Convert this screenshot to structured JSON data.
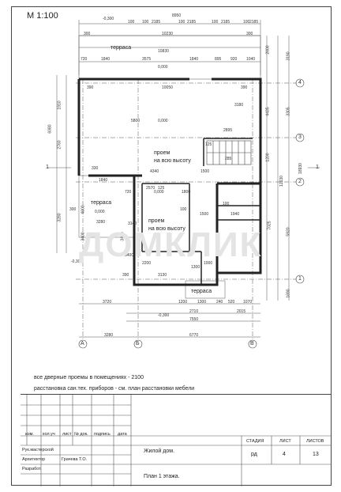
{
  "scale": "М  1:100",
  "levels": {
    "top": "-0,300",
    "mid": "0,000",
    "bottom_left": "-0,300",
    "bottom": "-0,300",
    "room1": "0,000",
    "room2": "0,000",
    "terrace_lvl": "0,000"
  },
  "rooms": {
    "terrace_top": "терраса",
    "terrace_left": "терраса",
    "terrace_bottom": "терраса",
    "opening1": "проем",
    "opening1b": "на всю высоту",
    "opening2": "проем",
    "opening2b": "на всю высоту"
  },
  "dims_top": [
    "100",
    "2185",
    "100",
    "2185",
    "100",
    "2185",
    "100",
    "2185",
    "100"
  ],
  "dims_texts": {
    "overall_top": "8950",
    "d10230": "10230",
    "d10830": "10830",
    "d300a": "300",
    "d300b": "300",
    "d720": "720",
    "d1840a": "1840",
    "d3575": "3575",
    "d1840b": "1840",
    "d895": "895",
    "d920": "920",
    "d1040": "1040",
    "d390a": "390",
    "d390b": "390",
    "d10050": "10050",
    "d3180": "3180",
    "d5800": "5800",
    "d2895": "2895",
    "d125": "125",
    "d285": "285",
    "d330": "330",
    "d4340": "4340",
    "d1500a": "1500",
    "d1840c": "1840",
    "d720b": "720",
    "d2570": "2570",
    "d125b": "125",
    "d1800": "1800",
    "d300c": "300",
    "d3280a": "3280",
    "d1500b": "1500",
    "d1940": "1940",
    "d100a": "100",
    "d100b": "100",
    "d3140": "3140",
    "d3400": "3400",
    "d2200": "2200",
    "d1300a": "1300",
    "d1000": "1000",
    "d3130": "3130",
    "d390c": "390",
    "d3720": "3720",
    "d1200": "1200",
    "d1300b": "1300",
    "d240": "240",
    "d520": "520",
    "d1070": "1070",
    "d2710": "2710",
    "d2015": "2015",
    "d7550": "7550",
    "d3280b": "3280",
    "d6770": "6770",
    "left_1910": "1910",
    "left_6080": "6080",
    "left_2760": "2760",
    "left_3280": "3280",
    "left_4000": "4000",
    "left_3400": "3400",
    "left_3480": "3480",
    "right_2600": "2600",
    "right_3190": "3190",
    "right_4435": "4435",
    "right_3305": "3305",
    "right_18930": "18930",
    "right_12630": "12630",
    "right_1200": "1200",
    "right_5920": "5920",
    "right_7025": "7025",
    "right_1690": "1690"
  },
  "axes": {
    "letters": [
      "А",
      "Б",
      "В"
    ],
    "numbers": [
      "1",
      "2",
      "3",
      "4"
    ],
    "section": "1"
  },
  "notes": [
    "все дверные проемы в помещениях - 2100",
    "расстановка сан.тех. приборов - см. план расстановки мебели"
  ],
  "titleblock": {
    "headers": [
      "изм.",
      "кол.уч",
      "лист",
      "№ док.",
      "подпись",
      "дата"
    ],
    "roles": [
      "Рук.мастерской",
      "Архитектор",
      "Разработ."
    ],
    "architect_name": "Грачева Т.О.",
    "project": "Жилой дом.",
    "sheet_title": "План 1 этажа.",
    "stage_label": "СТАДИЯ",
    "stage": "рд",
    "sheet_label": "ЛИСТ",
    "sheet": "4",
    "sheets_label": "ЛИСТОВ",
    "sheets": "13"
  },
  "watermark": "ДОМКЛИК"
}
